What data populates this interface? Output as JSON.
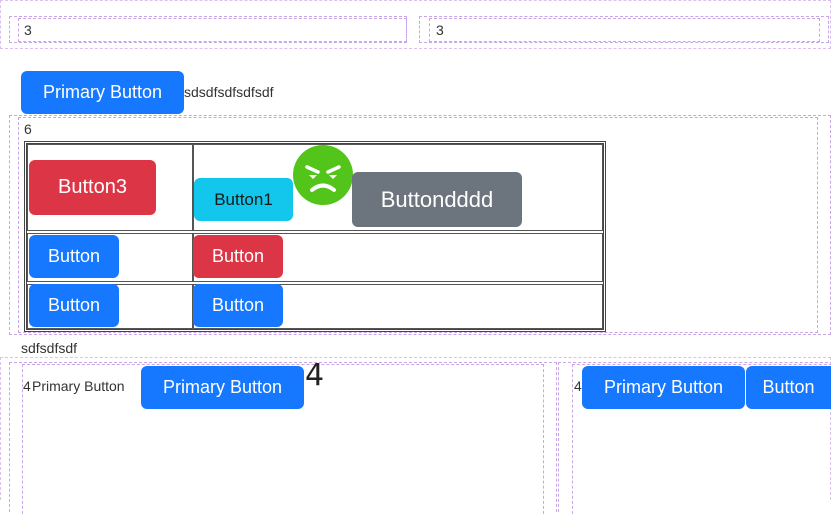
{
  "top_row": {
    "left_value": "3",
    "right_value": "3"
  },
  "primary_row": {
    "button_label": "Primary Button",
    "text": "sdsdfsdfsdfsdf"
  },
  "grid_section": {
    "label": "6",
    "table": {
      "row1": {
        "col1_button": "Button3",
        "col2_button1": "Button1",
        "col2_button2": "Buttondddd",
        "emoji": "angry-face-icon"
      },
      "row2": {
        "col1_button": "Button",
        "col2_button": "Button"
      },
      "row3": {
        "col1_button": "Button",
        "col2_button": "Button"
      }
    }
  },
  "mid_text": "sdfsdfsdf",
  "bottom_left": {
    "prefix": "4",
    "inline_text": "Primary Button",
    "button_label": "Primary Button",
    "big_digit": "4"
  },
  "bottom_right": {
    "prefix": "4",
    "button1_label": "Primary Button",
    "button2_label": "Button"
  },
  "colors": {
    "primary": "#1677ff",
    "danger": "#dc3545",
    "info": "#12c6ec",
    "secondary": "#6c757d",
    "emoji": "#52c41a",
    "dashed_border": "#c9a6e8"
  }
}
